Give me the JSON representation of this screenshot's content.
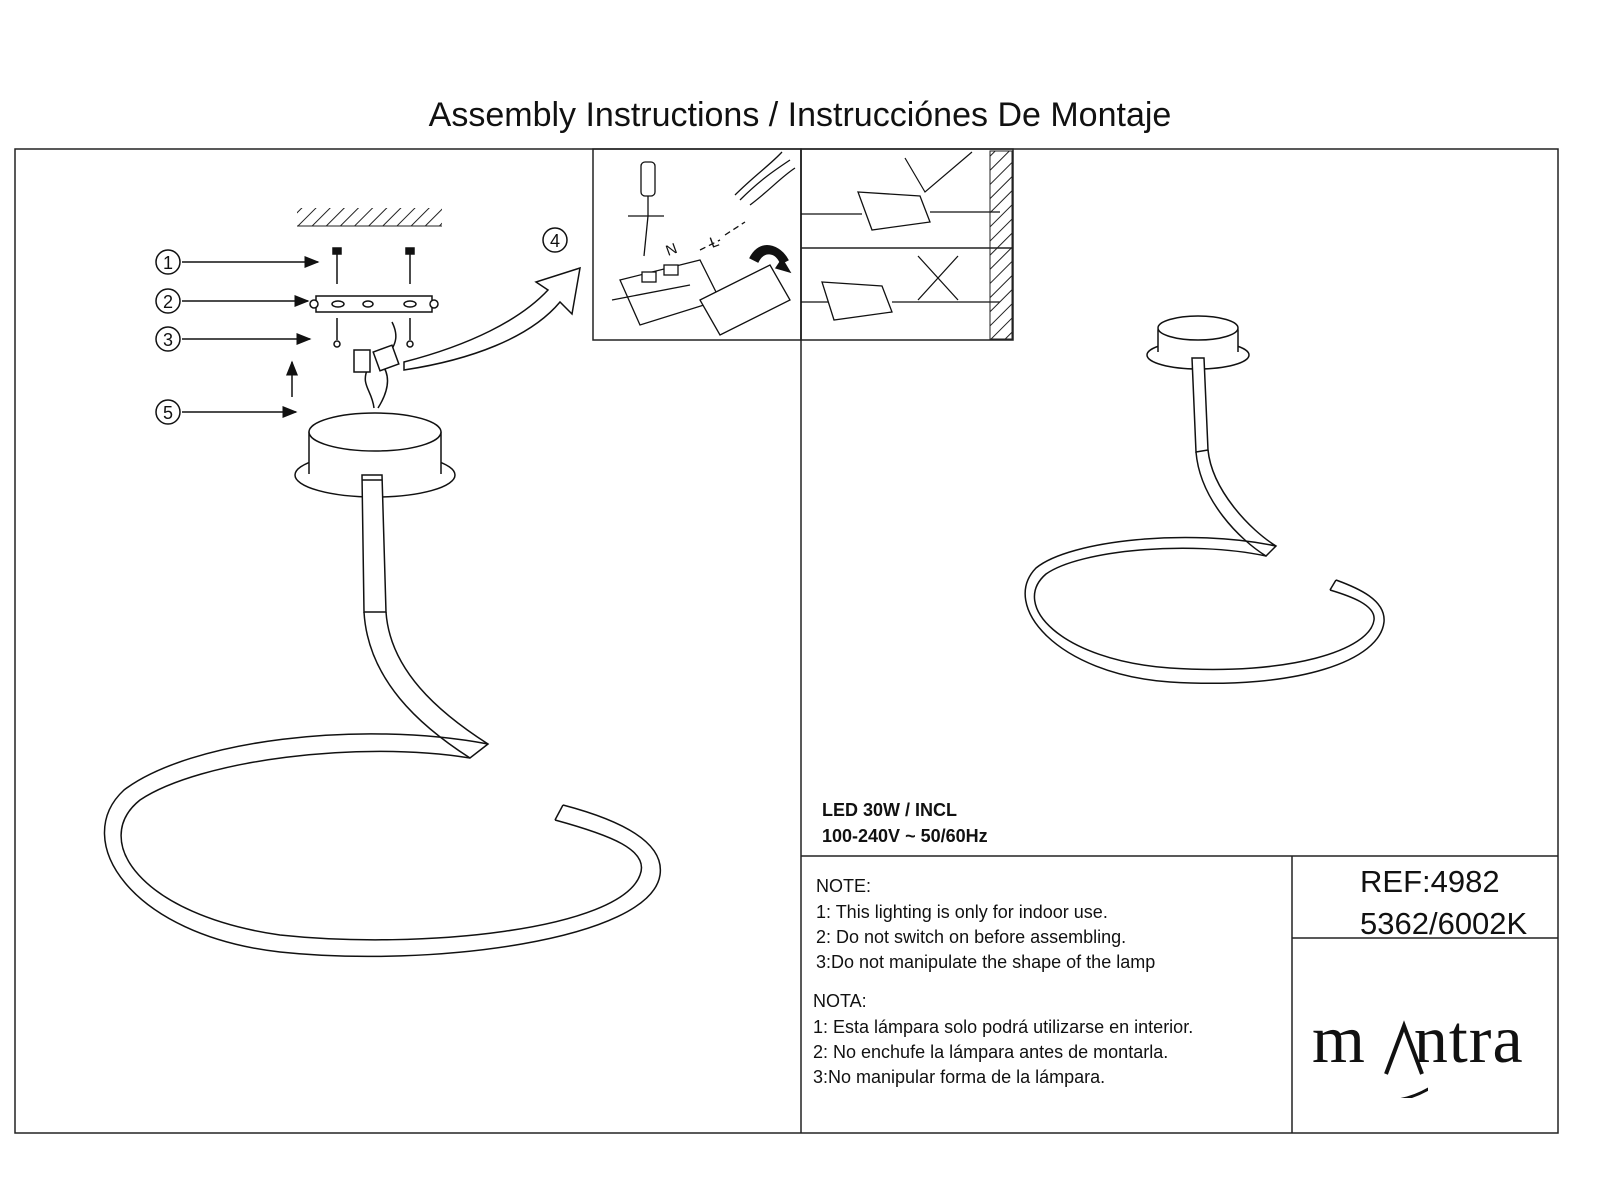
{
  "title": "Assembly Instructions / Instrucciónes De Montaje",
  "callouts": [
    "1",
    "2",
    "3",
    "4",
    "5"
  ],
  "wiring_labels": {
    "n": "N",
    "l": "L"
  },
  "specs": {
    "power": "LED 30W / INCL",
    "voltage": "100-240V ~ 50/60Hz"
  },
  "note_en": {
    "heading": "NOTE:",
    "items": [
      "1: This lighting is only for indoor use.",
      "2: Do not switch on before assembling.",
      "3:Do not manipulate the shape of the lamp"
    ]
  },
  "note_es": {
    "heading": "NOTA:",
    "items": [
      "1: Esta lámpara solo podrá utilizarse en interior.",
      "2: No enchufe la lámpara antes de montarla.",
      "3:No manipular forma de la lámpara."
    ]
  },
  "reference": {
    "ref": "REF:4982",
    "codes": "5362/6002K"
  },
  "brand": {
    "prefix": "m",
    "suffix": "ntra"
  }
}
